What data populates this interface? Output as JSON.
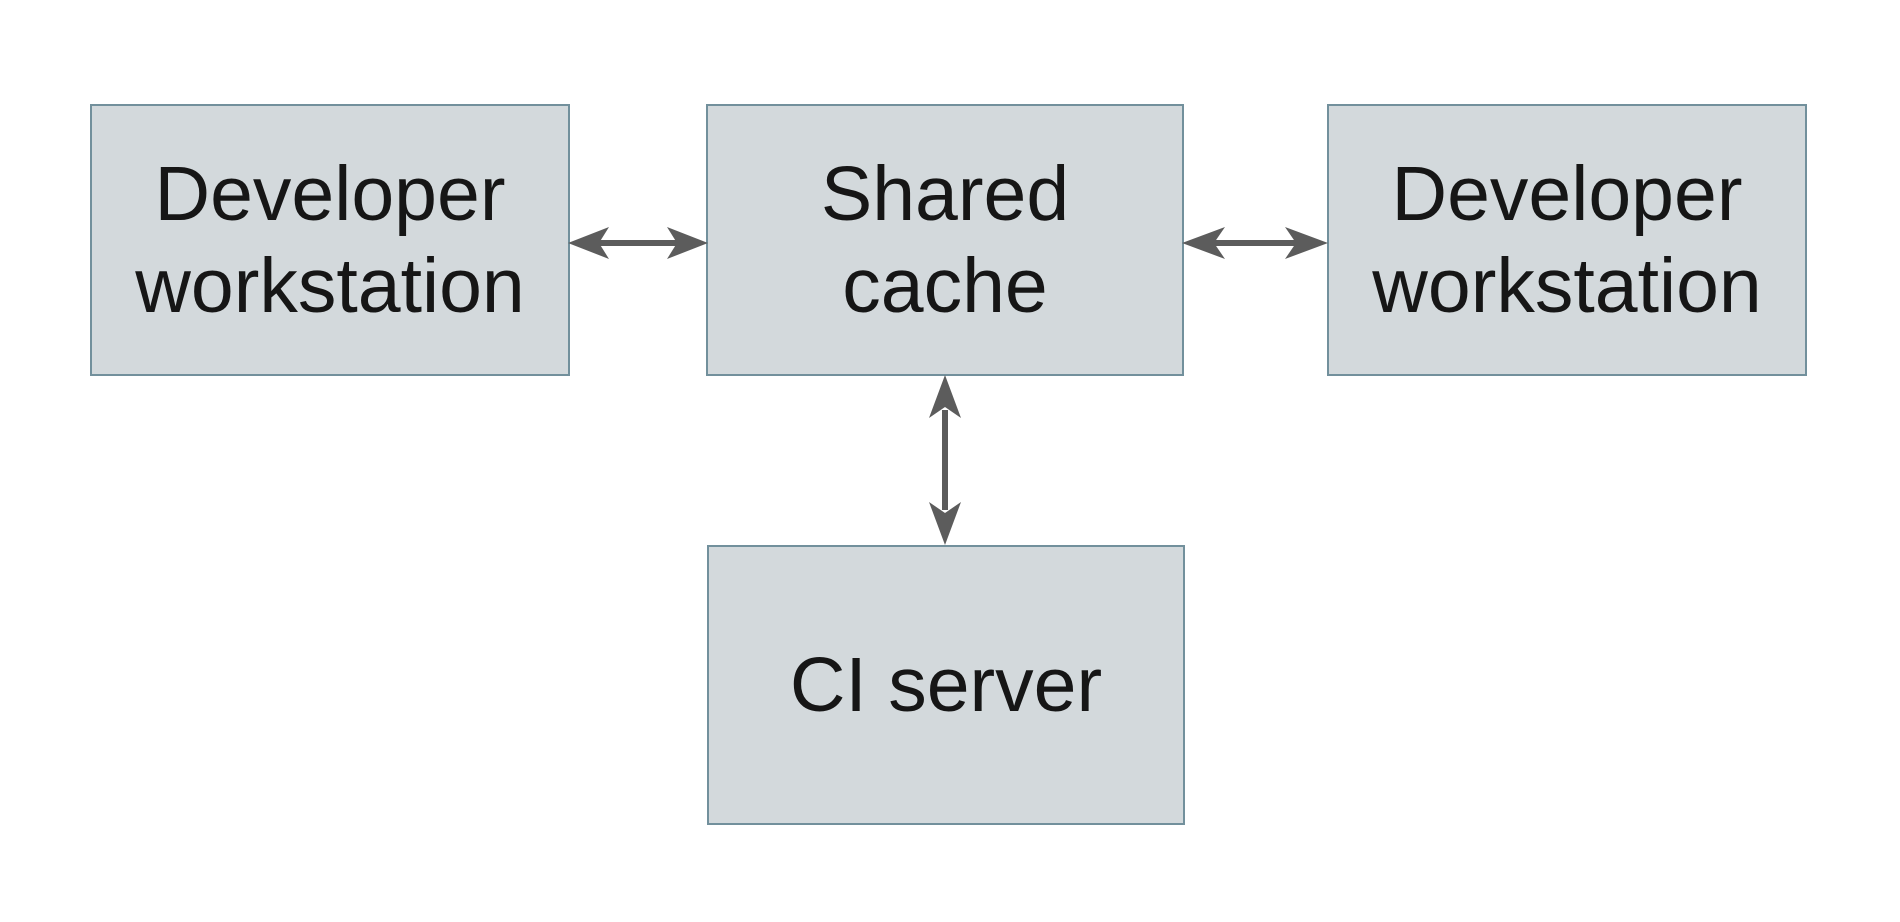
{
  "page": {
    "background": "#ffffff"
  },
  "diagram": {
    "type": "architecture-diagram",
    "colors": {
      "page_bg": "#ffffff",
      "node_fill": "#d3d9dc",
      "node_border": "#72909c",
      "arrow": "#5c5c5c",
      "text": "#161616"
    },
    "nodes": [
      {
        "id": "developer-workstation-left",
        "label": "Developer\nworkstation"
      },
      {
        "id": "shared-cache",
        "label": "Shared\ncache"
      },
      {
        "id": "developer-workstation-right",
        "label": "Developer\nworkstation"
      },
      {
        "id": "ci-server",
        "label": "CI server"
      }
    ],
    "edges": [
      {
        "from": "developer-workstation-left",
        "to": "shared-cache",
        "direction": "bidirectional"
      },
      {
        "from": "developer-workstation-right",
        "to": "shared-cache",
        "direction": "bidirectional"
      },
      {
        "from": "ci-server",
        "to": "shared-cache",
        "direction": "bidirectional"
      }
    ]
  }
}
